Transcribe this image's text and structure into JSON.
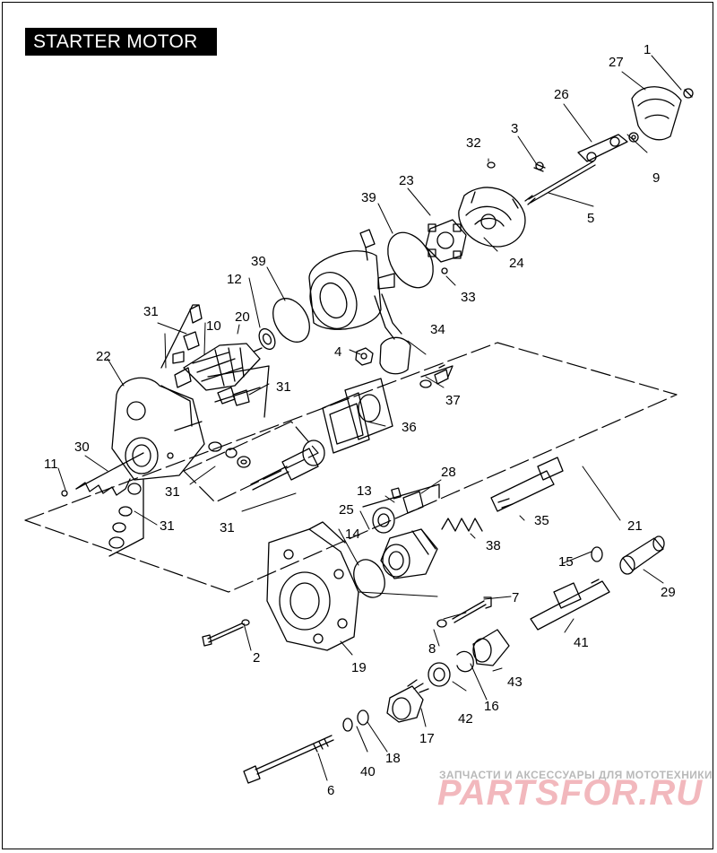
{
  "page": {
    "title": "STARTER MOTOR"
  },
  "callouts": [
    "1",
    "2",
    "3",
    "4",
    "5",
    "6",
    "7",
    "8",
    "9",
    "10",
    "11",
    "12",
    "13",
    "14",
    "15",
    "16",
    "17",
    "18",
    "19",
    "20",
    "21",
    "22",
    "23",
    "24",
    "25",
    "26",
    "27",
    "28",
    "29",
    "30",
    "31",
    "31",
    "31",
    "31",
    "31",
    "31",
    "32",
    "33",
    "34",
    "35",
    "36",
    "37",
    "38",
    "39",
    "39",
    "40",
    "41",
    "42",
    "43"
  ],
  "watermark": {
    "tagline": "ЗАПЧАСТИ И АКСЕССУАРЫ ДЛЯ МОТОТЕХНИКИ",
    "logo": "PARTSFOR.RU"
  },
  "colors": {
    "ink": "#000000",
    "paper": "#ffffff",
    "title_bg": "#000000",
    "title_fg": "#ffffff",
    "watermark_logo": "#f2b8bd",
    "watermark_text": "#b9b9b9"
  }
}
